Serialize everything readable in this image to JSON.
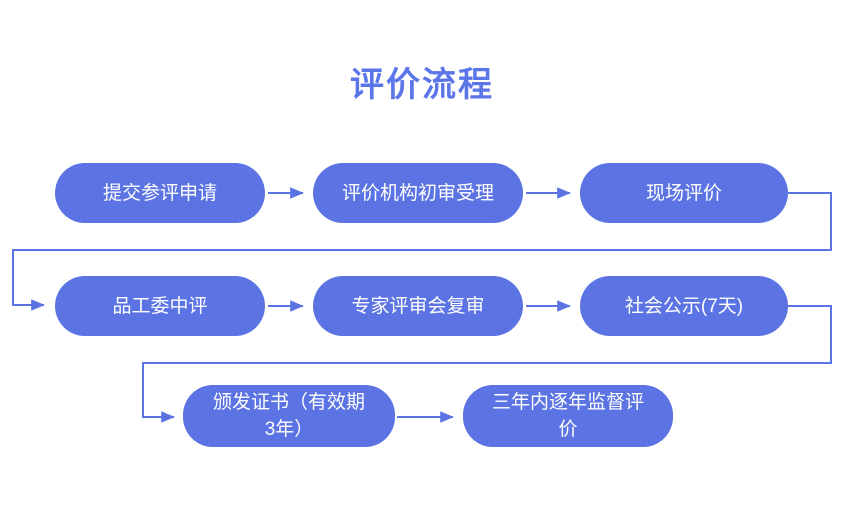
{
  "page": {
    "title": "评价流程",
    "background_color": "#ffffff",
    "title_color": "#5B76E8",
    "node_fill_color": "#5B73E3",
    "node_text_color": "#ffffff",
    "connector_color": "#5B73E3"
  },
  "flow": {
    "nodes": [
      {
        "id": "node-1",
        "label": "提交参评申请",
        "row": 1,
        "order": 1
      },
      {
        "id": "node-2",
        "label": "评价机构初审受理",
        "row": 1,
        "order": 2
      },
      {
        "id": "node-3",
        "label": "现场评价",
        "row": 1,
        "order": 3
      },
      {
        "id": "node-4",
        "label": "品工委中评",
        "row": 2,
        "order": 4
      },
      {
        "id": "node-5",
        "label": "专家评审会复审",
        "row": 2,
        "order": 5
      },
      {
        "id": "node-6",
        "label": "社会公示(7天)",
        "row": 2,
        "order": 6
      },
      {
        "id": "node-7",
        "label": "颁发证书（有效期\n3年）",
        "row": 3,
        "order": 7
      },
      {
        "id": "node-8",
        "label": "三年内逐年监督评\n价",
        "row": 3,
        "order": 8
      }
    ],
    "connectors": [
      {
        "from": "node-1",
        "to": "node-2",
        "type": "straight-right"
      },
      {
        "from": "node-2",
        "to": "node-3",
        "type": "straight-right"
      },
      {
        "from": "node-3",
        "to": "node-4",
        "type": "wrap-around-left"
      },
      {
        "from": "node-4",
        "to": "node-5",
        "type": "straight-right"
      },
      {
        "from": "node-5",
        "to": "node-6",
        "type": "straight-right"
      },
      {
        "from": "node-6",
        "to": "node-7",
        "type": "wrap-around-left"
      },
      {
        "from": "node-7",
        "to": "node-8",
        "type": "straight-right"
      }
    ]
  }
}
